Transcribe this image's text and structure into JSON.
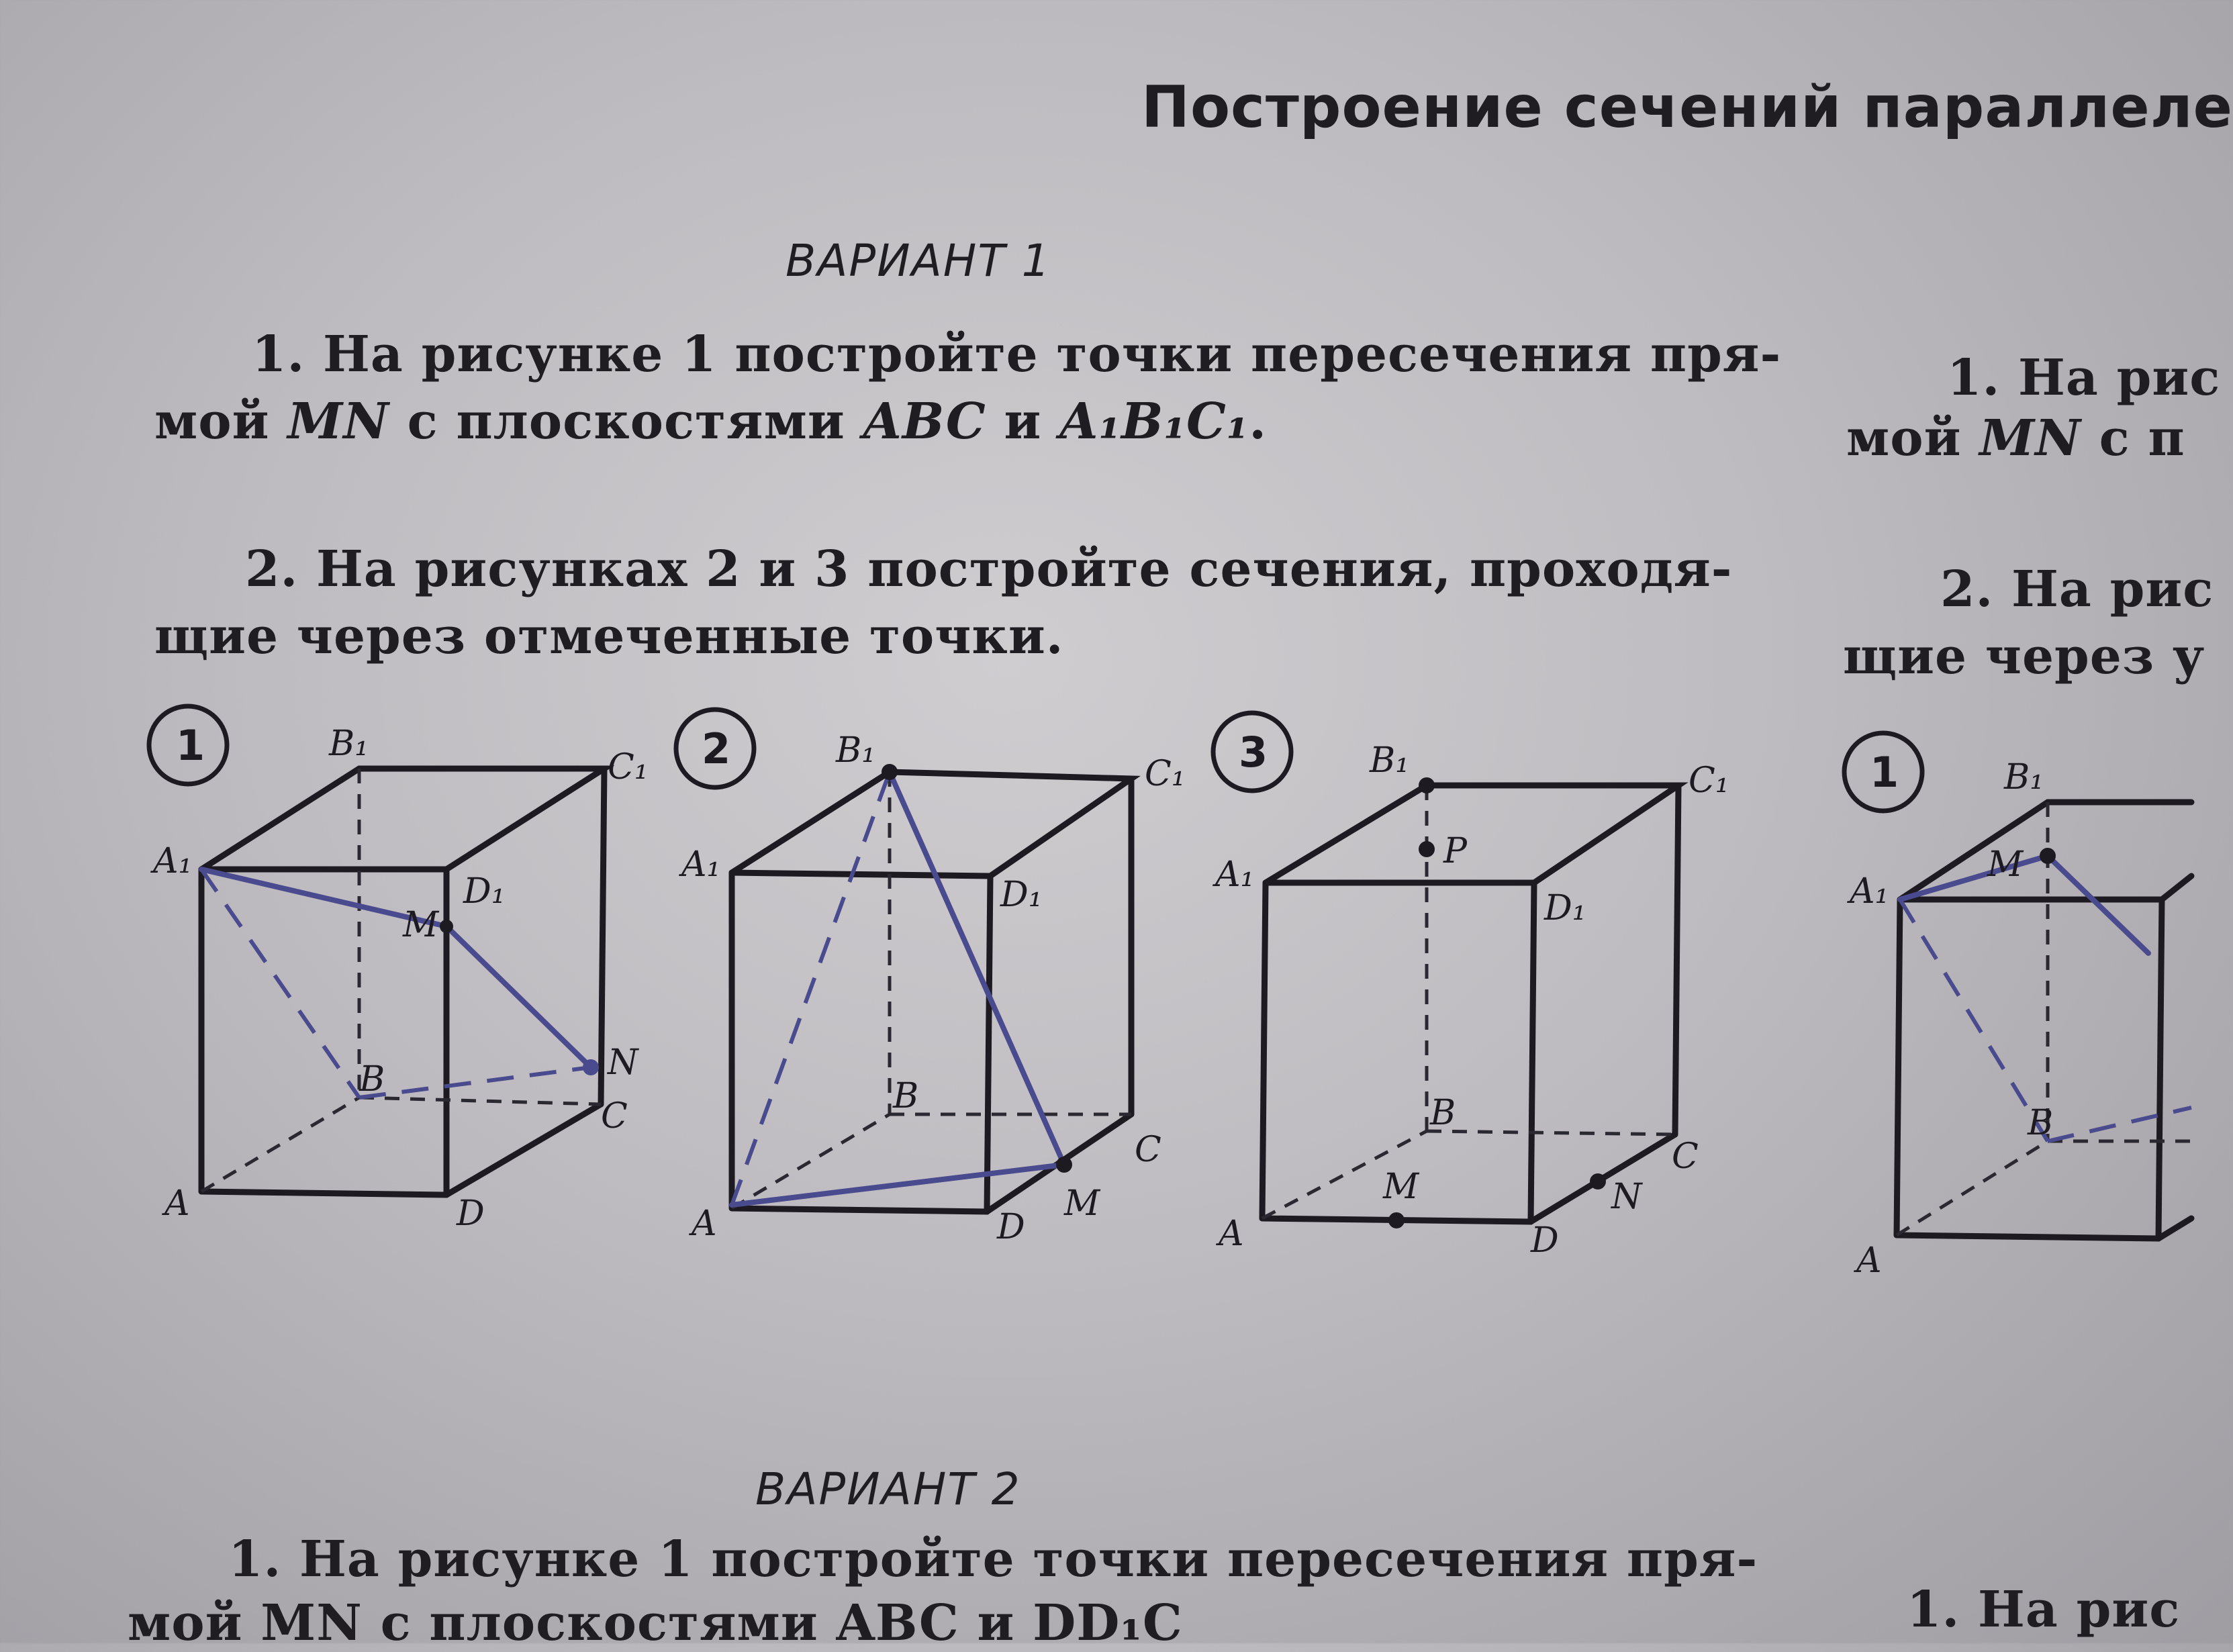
{
  "header": {
    "title": "Построение сечений параллеле"
  },
  "variant1": {
    "title": "ВАРИАНТ 1",
    "task1": {
      "line1": "1. На рисунке 1 постройте точки пересечения пря-",
      "line2_pre": "мой ",
      "line2_mn": "MN",
      "line2_mid": " с плоскостями ",
      "line2_abc": "ABC",
      "line2_and": " и ",
      "line2_a1b1c1": "A₁B₁C₁",
      "line2_end": "."
    },
    "task2": {
      "line1": "2. На рисунках 2 и 3 постройте сечения, проходя-",
      "line2": "щие через отмеченные точки."
    }
  },
  "right_column": {
    "task1_line1": "1. На рис",
    "task1_line2_pre": "мой ",
    "task1_line2_mn": "MN",
    "task1_line2_rest": " с п",
    "task2_line1": "2. На рис",
    "task2_line2": "щие через у"
  },
  "variant2": {
    "title": "ВАРИАНТ 2",
    "task1_line1": "1. На рисунке 1 постройте точки пересечения пря-",
    "task1_line2": "мой MN с плоскостями ABC и DD₁C",
    "right_fragment": "1. На рис"
  },
  "figures": {
    "fig1": {
      "number": "1",
      "labels": [
        "A₁",
        "B₁",
        "C₁",
        "D₁",
        "A",
        "B",
        "C",
        "D",
        "M",
        "N"
      ]
    },
    "fig2": {
      "number": "2",
      "labels": [
        "A₁",
        "B₁",
        "C₁",
        "D₁",
        "A",
        "B",
        "C",
        "D",
        "M"
      ]
    },
    "fig3": {
      "number": "3",
      "labels": [
        "A₁",
        "B₁",
        "C₁",
        "D₁",
        "A",
        "B",
        "C",
        "D",
        "M",
        "N",
        "P"
      ]
    },
    "fig4": {
      "number": "1",
      "labels": [
        "A₁",
        "B₁",
        "A",
        "B",
        "M"
      ]
    }
  },
  "colors": {
    "ink": "#1d1b21",
    "pen": "#4a4a8e",
    "paper": "#c6c4c8"
  }
}
